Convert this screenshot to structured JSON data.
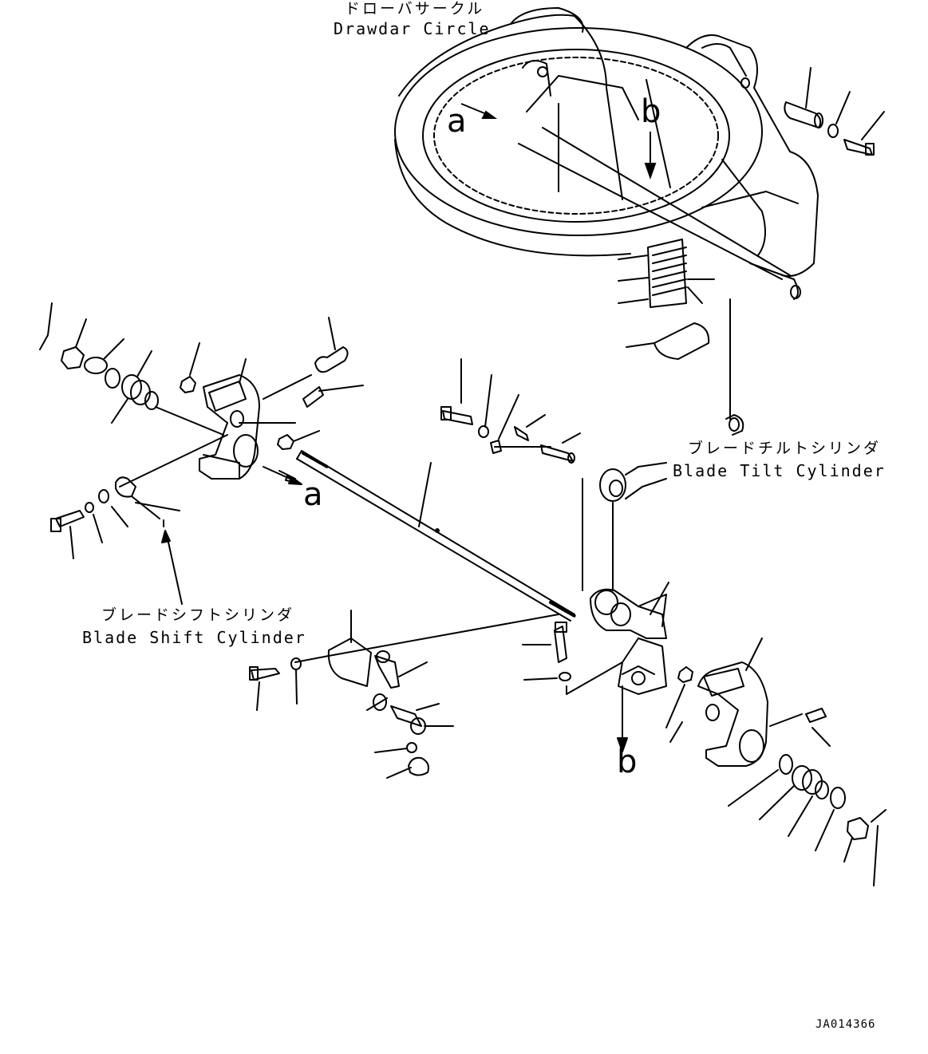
{
  "labels": {
    "drawbar_jp": "ドローバサークル",
    "drawbar_en": "Drawdar Circle",
    "tilt_jp": "ブレードチルトシリンダ",
    "tilt_en": "Blade Tilt Cylinder",
    "shift_jp": "ブレードシフトシリンダ",
    "shift_en": "Blade Shift Cylinder"
  },
  "refs": {
    "a_top": "a",
    "b_top": "b",
    "a_mid": "a",
    "b_bottom": "b"
  },
  "drawing_code": "JA014366",
  "colors": {
    "line": "#000000",
    "background": "#ffffff"
  }
}
